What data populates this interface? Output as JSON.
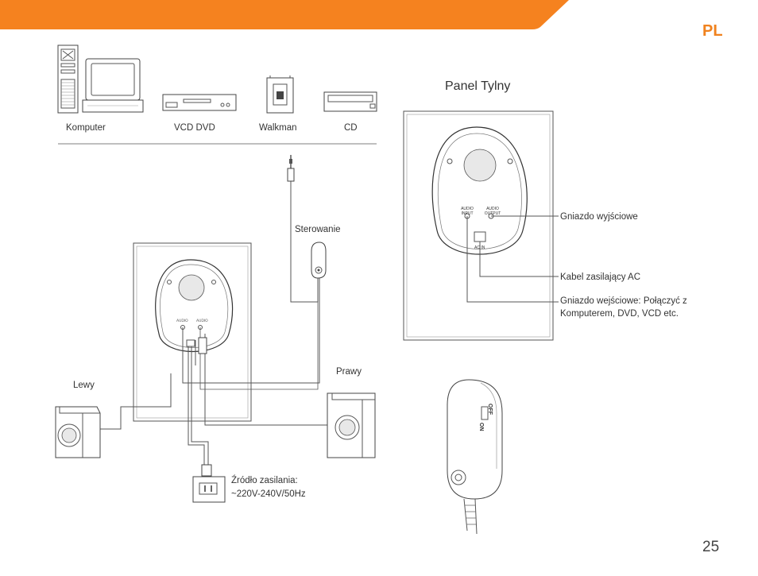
{
  "header": {
    "lang_code": "PL",
    "accent_color": "#f0821e"
  },
  "devices": {
    "computer": "Komputer",
    "vcd_dvd": "VCD DVD",
    "walkman": "Walkman",
    "cd": "CD"
  },
  "diagram": {
    "control": "Sterowanie",
    "left": "Lewy",
    "right": "Prawy",
    "power_source_line1": "Źródło zasilania:",
    "power_source_line2": "~220V-240V/50Hz"
  },
  "panel": {
    "title": "Panel Tylny",
    "output_jack": "Gniazdo wyjściowe",
    "ac_cable": "Kabel zasilający AC",
    "input_jack_line1": "Gniazdo wejściowe: Połączyć z",
    "input_jack_line2": "Komputerem, DVD, VCD etc.",
    "jack_audio_input": "AUDIO INPUT",
    "jack_audio_output": "AUDIO OUTPUT",
    "ac_in": "AC IN"
  },
  "remote": {
    "switch_on": "ON",
    "switch_off": "OFF"
  },
  "page": {
    "number": "25"
  }
}
